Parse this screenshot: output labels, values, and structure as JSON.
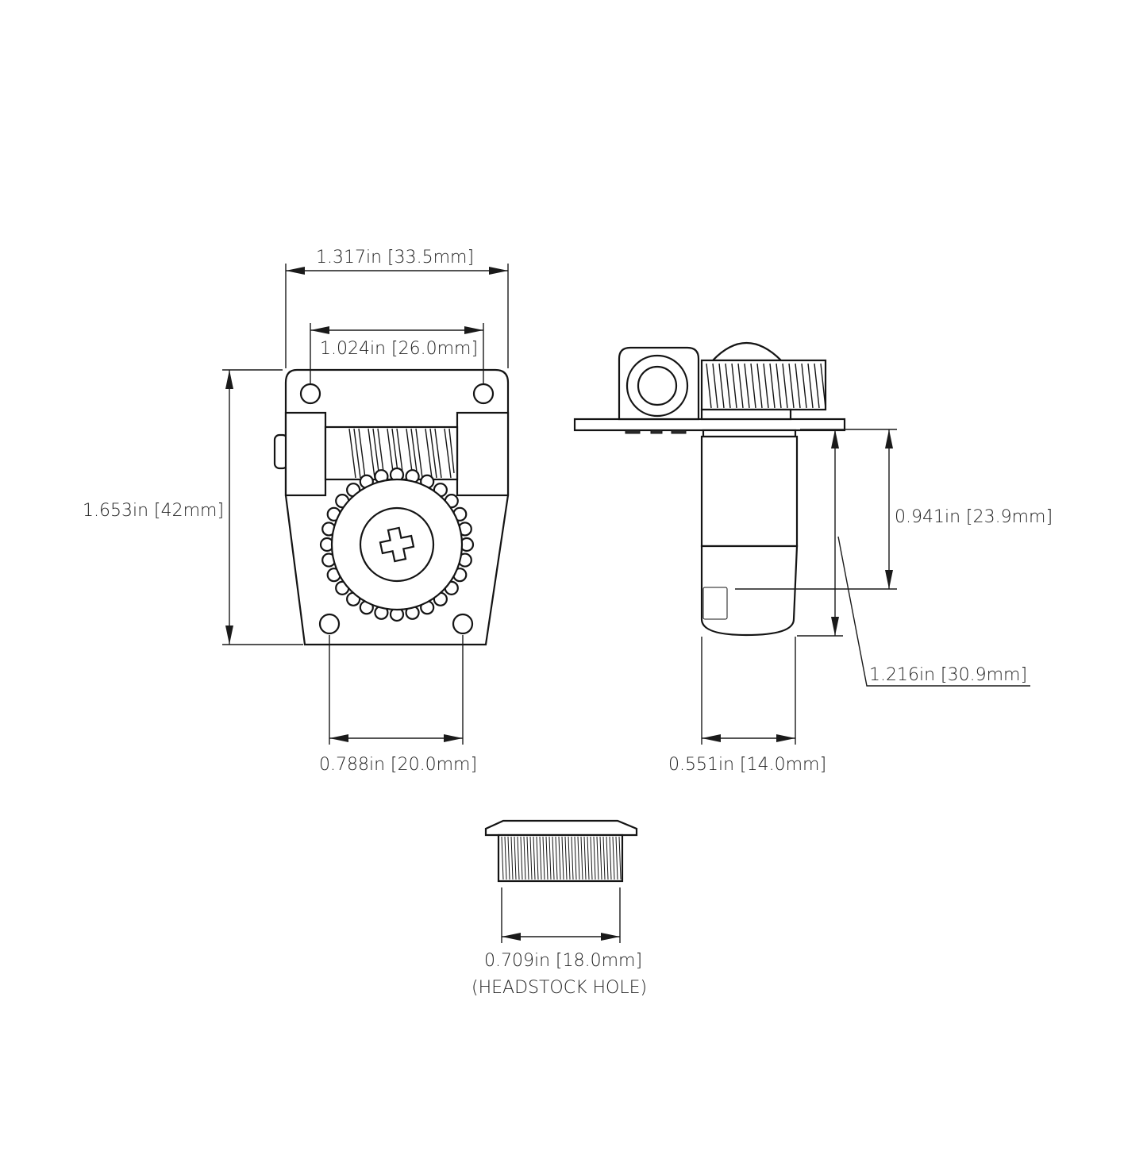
{
  "diagram": {
    "front_view": {
      "width_overall": "1.317in [33.5mm]",
      "hole_spacing_top": "1.024in [26.0mm]",
      "height_overall": "1.653in [42mm]",
      "hole_spacing_bottom": "0.788in [20.0mm]"
    },
    "side_view": {
      "post_height": "0.941in [23.9mm]",
      "total_height": "1.216in [30.9mm]",
      "post_diameter": "0.551in [14.0mm]"
    },
    "bushing": {
      "hole_diameter": "0.709in [18.0mm]",
      "hole_caption": "(HEADSTOCK HOLE)"
    }
  }
}
